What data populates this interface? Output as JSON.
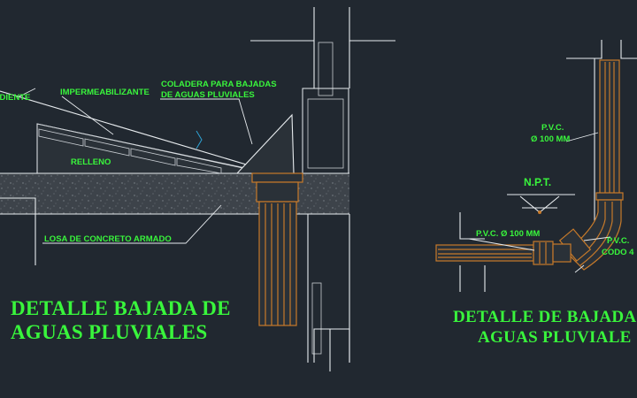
{
  "left_detail": {
    "labels": {
      "pendiente": "PENDIENTE",
      "impermeabilizante": "IMPERMEABILIZANTE",
      "coladera_1": "COLADERA PARA BAJADAS",
      "coladera_2": "DE AGUAS PLUVIALES",
      "relleno": "RELLENO",
      "losa": "LOSA DE CONCRETO ARMADO"
    },
    "title_1": "DETALLE BAJADA DE",
    "title_2": "AGUAS PLUVIALES"
  },
  "right_detail": {
    "labels": {
      "pvc_top_1": "P.V.C.",
      "pvc_top_2": "Ø 100 MM",
      "npt": "N.P.T.",
      "pvc_horizontal": "P.V.C. Ø 100 MM",
      "pvc_codo_1": "P.V.C.",
      "pvc_codo_2": "CODO 4"
    },
    "title_1": "DETALLE DE BAJADA",
    "title_2": "AGUAS PLUVIALE"
  },
  "colors": {
    "background": "#212830",
    "text": "#39f53c",
    "pipe": "#c77a2a",
    "lines": "#e8ecef"
  }
}
